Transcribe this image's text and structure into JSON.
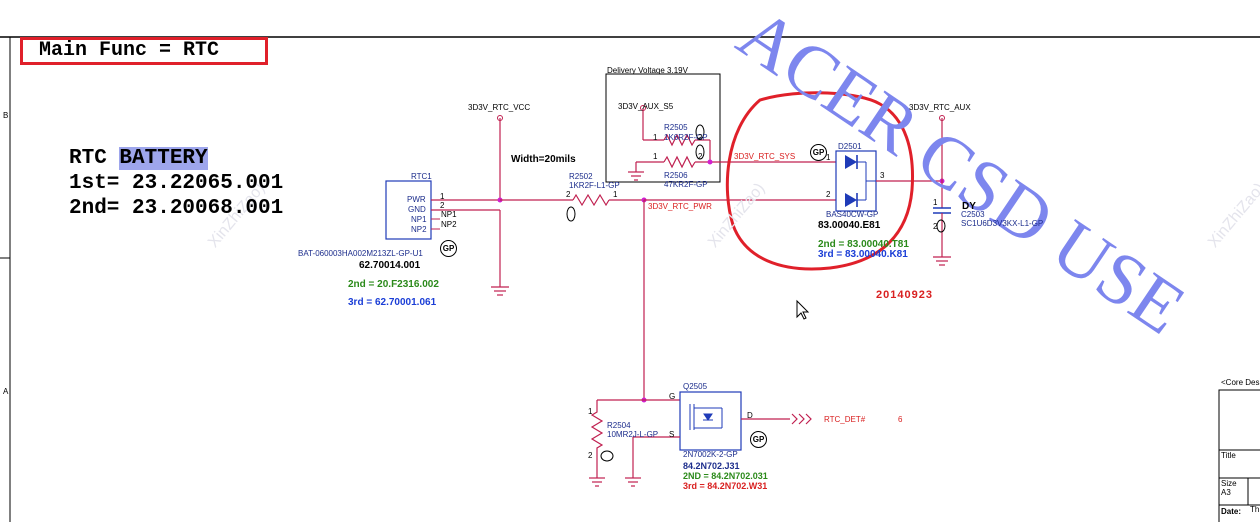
{
  "header": {
    "main_func": "Main Func = RTC"
  },
  "rtc_info": {
    "prefix": "RTC ",
    "highlight": "BATTERY",
    "first": "1st= 23.22065.001",
    "second": "2nd= 23.20068.001"
  },
  "watermark": {
    "text": "ACER CSD USE"
  },
  "faint_watermark": "XinZhiZao)",
  "border_marks": {
    "b": "B",
    "a": "A"
  },
  "delivery_voltage": "Delivery Voltage 3.19V",
  "nets": {
    "vcc": "3D3V_RTC_VCC",
    "aux_s5": "3D3V_AUX_S5",
    "aux": "3D3V_RTC_AUX",
    "rtc_sys": "3D3V_RTC_SYS",
    "rtc_pwr": "3D3V_RTC_PWR",
    "rtc_det": "RTC_DET#",
    "rtc_det_page": "6",
    "width_note": "Width=20mils"
  },
  "rtc1": {
    "ref": "RTC1",
    "pins": [
      "PWR",
      "GND",
      "NP1",
      "NP2"
    ],
    "pin_numbers": [
      "1",
      "2"
    ],
    "np_labels": [
      "NP1",
      "NP2"
    ],
    "part": "BAT-060003HA002M213ZL-GP-U1",
    "pn": "62.70014.001",
    "second": "2nd = 20.F2316.002",
    "third": "3rd = 62.70001.061"
  },
  "r2502": {
    "ref": "R2502",
    "value": "1KR2F-L1-GP",
    "pin_left": "2",
    "pin_right": "1"
  },
  "r2505": {
    "ref": "R2505",
    "value": "1K6R2F-GP",
    "pin_left": "1",
    "pin_right": "2"
  },
  "r2506": {
    "ref": "R2506",
    "value": "47KR2F-GP",
    "pin_left": "1",
    "pin_right": "2"
  },
  "d2501": {
    "ref": "D2501",
    "part": "BAS40CW-GP",
    "pn": "83.00040.E81",
    "second": "2nd = 83.00040.T81",
    "third": "3rd = 83.00040.K81",
    "pins": [
      "1",
      "2",
      "3"
    ]
  },
  "c2503": {
    "ref": "C2503",
    "value": "SC1U6D3V3KX-L1-GP",
    "dy": "DY",
    "pin_top": "1",
    "pin_bot": "2"
  },
  "r2504": {
    "ref": "R2504",
    "value": "10MR2J-L-GP",
    "pin_top": "1",
    "pin_bot": "2"
  },
  "q2505": {
    "ref": "Q2505",
    "part": "2N7002K-2-GP",
    "pn": "84.2N702.J31",
    "second": "2ND = 84.2N702.031",
    "third": "3rd = 84.2N702.W31",
    "pins": {
      "g": "G",
      "s": "S",
      "d": "D"
    }
  },
  "gp_badge": "GP",
  "date_note": "20140923",
  "title_block": {
    "core": "<Core Des",
    "title": "Title",
    "size": "Size",
    "size_val": "A3",
    "date": "Date:",
    "date_val": "Th"
  },
  "colors": {
    "wire": "#c02050",
    "part": "#1f3bb8",
    "annotation": "#e0202a",
    "watermark": "#7d86ee",
    "highlight": "#9ea6ec"
  }
}
